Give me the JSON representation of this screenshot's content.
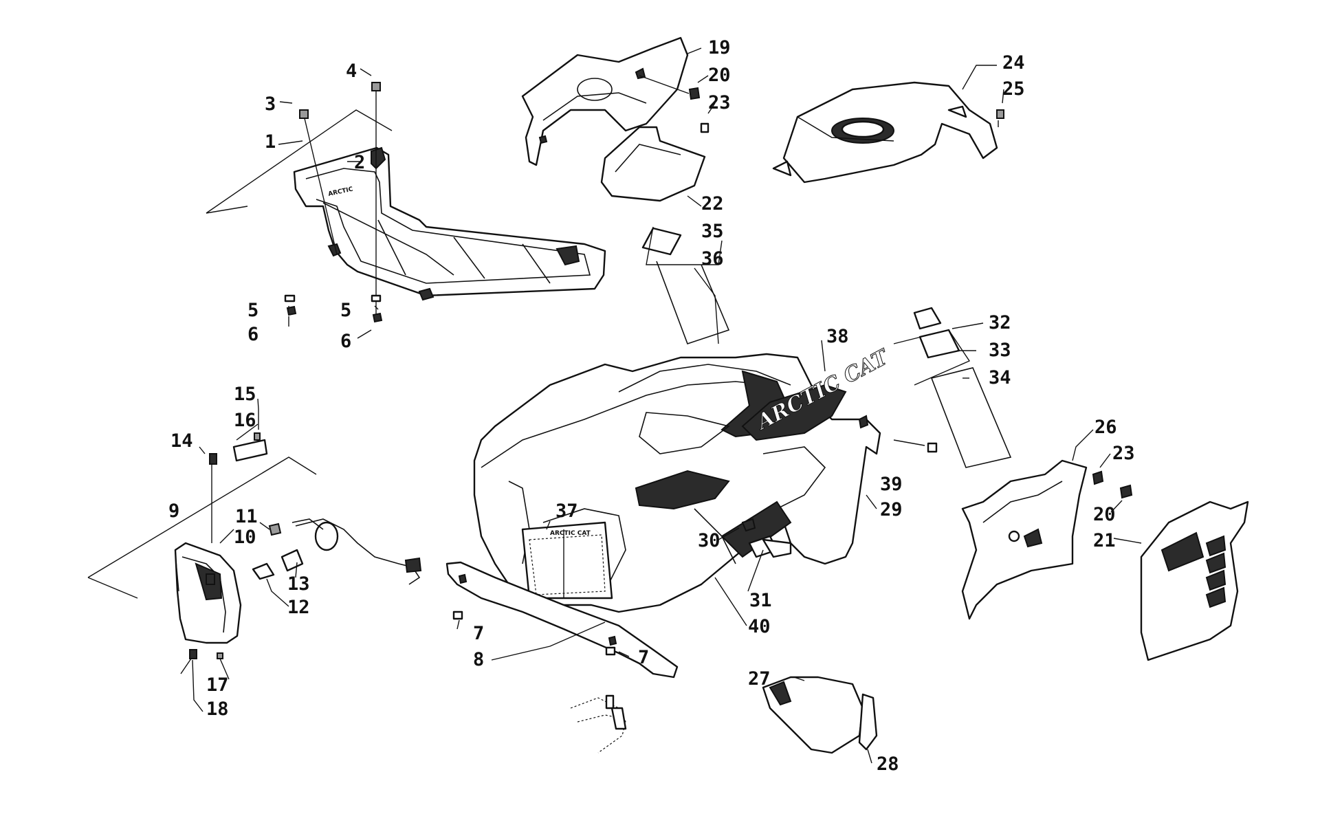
{
  "diagram": {
    "brand_logo": "ARCTIC CAT",
    "callouts": [
      "1",
      "2",
      "3",
      "4",
      "5",
      "5",
      "6",
      "6",
      "7",
      "7",
      "8",
      "9",
      "10",
      "11",
      "12",
      "13",
      "14",
      "15",
      "16",
      "17",
      "18",
      "19",
      "20",
      "20",
      "21",
      "22",
      "23",
      "23",
      "24",
      "25",
      "26",
      "27",
      "28",
      "29",
      "30",
      "31",
      "32",
      "33",
      "34",
      "35",
      "36",
      "37",
      "38",
      "39",
      "40"
    ]
  }
}
